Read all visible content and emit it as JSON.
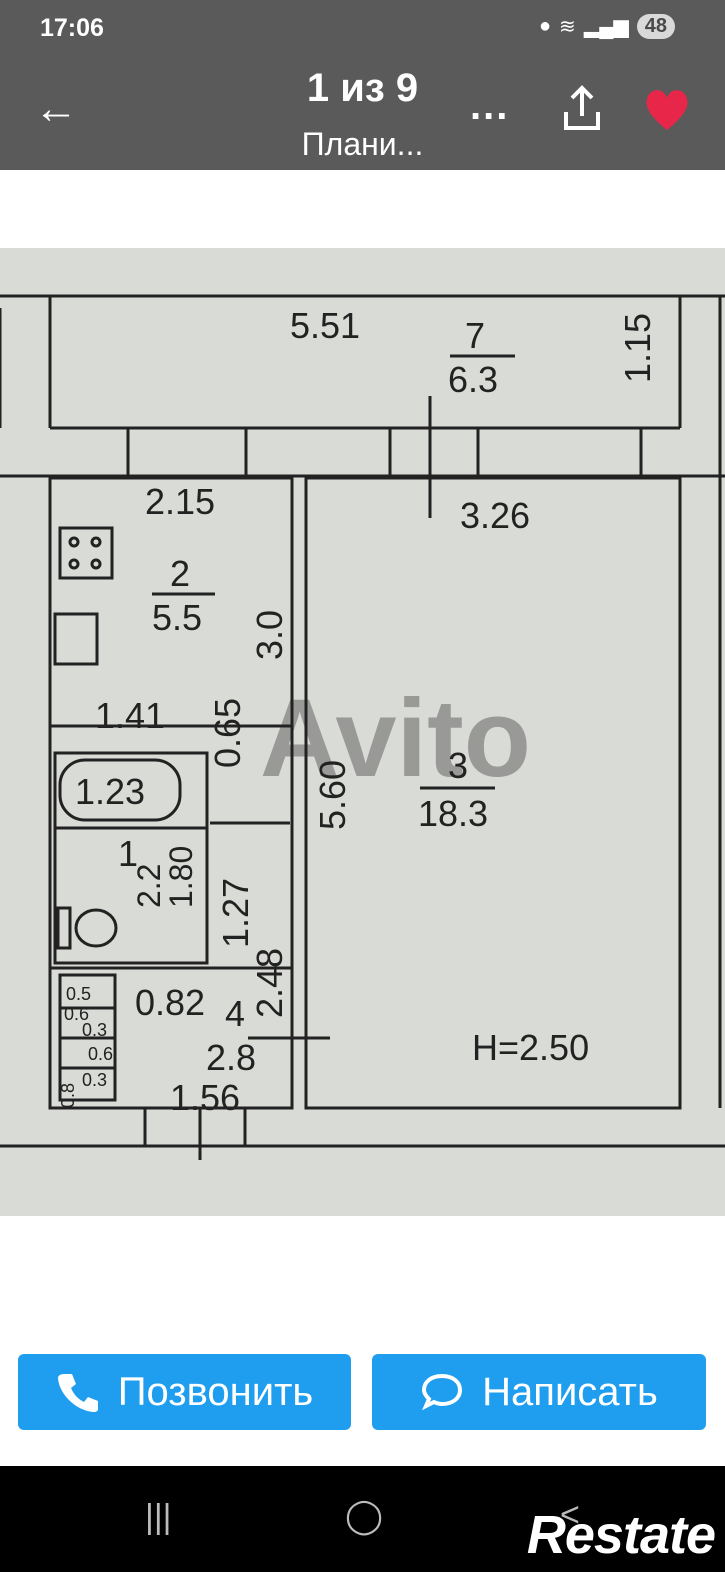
{
  "status_bar": {
    "time": "17:06",
    "battery": "48"
  },
  "header": {
    "title": "1 из 9",
    "subtitle": "Плани...",
    "more_label": "..."
  },
  "plan": {
    "room7_num": "7",
    "room7_area": "6.3",
    "room2_num": "2",
    "room2_area": "5.5",
    "room3_num": "3",
    "room3_area": "18.3",
    "room1_num": "1",
    "room1_area": "2.2",
    "room4_num": "4",
    "room4_area": "2.8",
    "d_551": "5.51",
    "d_115": "1.15",
    "d_215": "2.15",
    "d_326": "3.26",
    "d_30": "3.0",
    "d_141": "1.41",
    "d_065": "0.65",
    "d_123": "1.23",
    "d_560": "5.60",
    "d_180": "1.80",
    "d_127": "1.27",
    "d_248": "2.48",
    "d_082": "0.82",
    "d_156": "1.56",
    "height": "H=2.50",
    "d_05": "0.5",
    "d_06a": "0.6",
    "d_03a": "0.3",
    "d_06b": "0.6",
    "d_03b": "0.3",
    "d_08": "0.8",
    "watermark": "Avito"
  },
  "actions": {
    "call": "Позвонить",
    "write": "Написать"
  },
  "navbar": {
    "recents": "|||",
    "home": "◯",
    "back": "<",
    "brand": "Restate"
  }
}
